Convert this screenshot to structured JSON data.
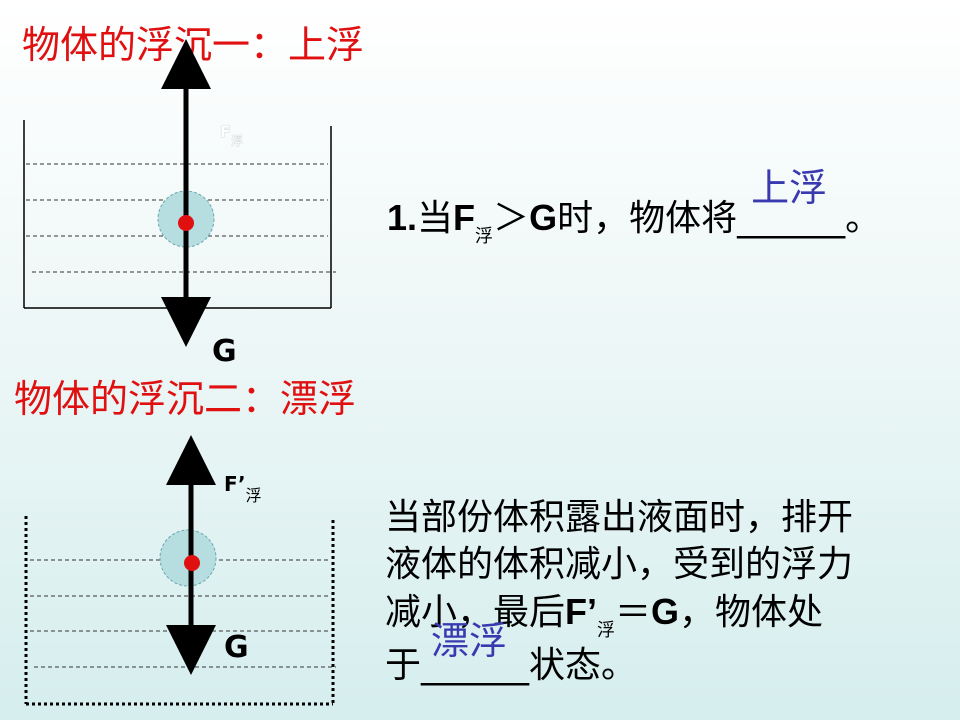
{
  "section1": {
    "heading": "物体的浮沉一：上浮",
    "force_up": "F",
    "force_up_sub": "浮",
    "force_down": "G",
    "sentence": {
      "number": "1.",
      "part_a": "当",
      "f": "F",
      "f_sub": "浮",
      "part_b": "＞",
      "g": "G",
      "part_c": "时，物体将",
      "blank": "______",
      "answer": "上浮",
      "end": "。"
    }
  },
  "section2": {
    "heading": "物体的浮沉二：漂浮",
    "force_up": "F’",
    "force_up_sub": "浮",
    "force_down": "G",
    "paragraph": {
      "line1": "当部份体积露出液面时，排开",
      "line2": "液体的体积减小，受到的浮力",
      "line3_a": "减小，最后",
      "f": "F’",
      "f_sub": "浮",
      "line3_b": "＝",
      "g": "G",
      "line3_c": "，物体处",
      "line4_a": "于",
      "blank": "______",
      "answer": "漂浮",
      "line4_b": "状态。"
    }
  },
  "colors": {
    "heading": "#e01010",
    "answer": "#3a3ab0",
    "ball_fill": "#b6dde0",
    "dot": "#e01010"
  }
}
